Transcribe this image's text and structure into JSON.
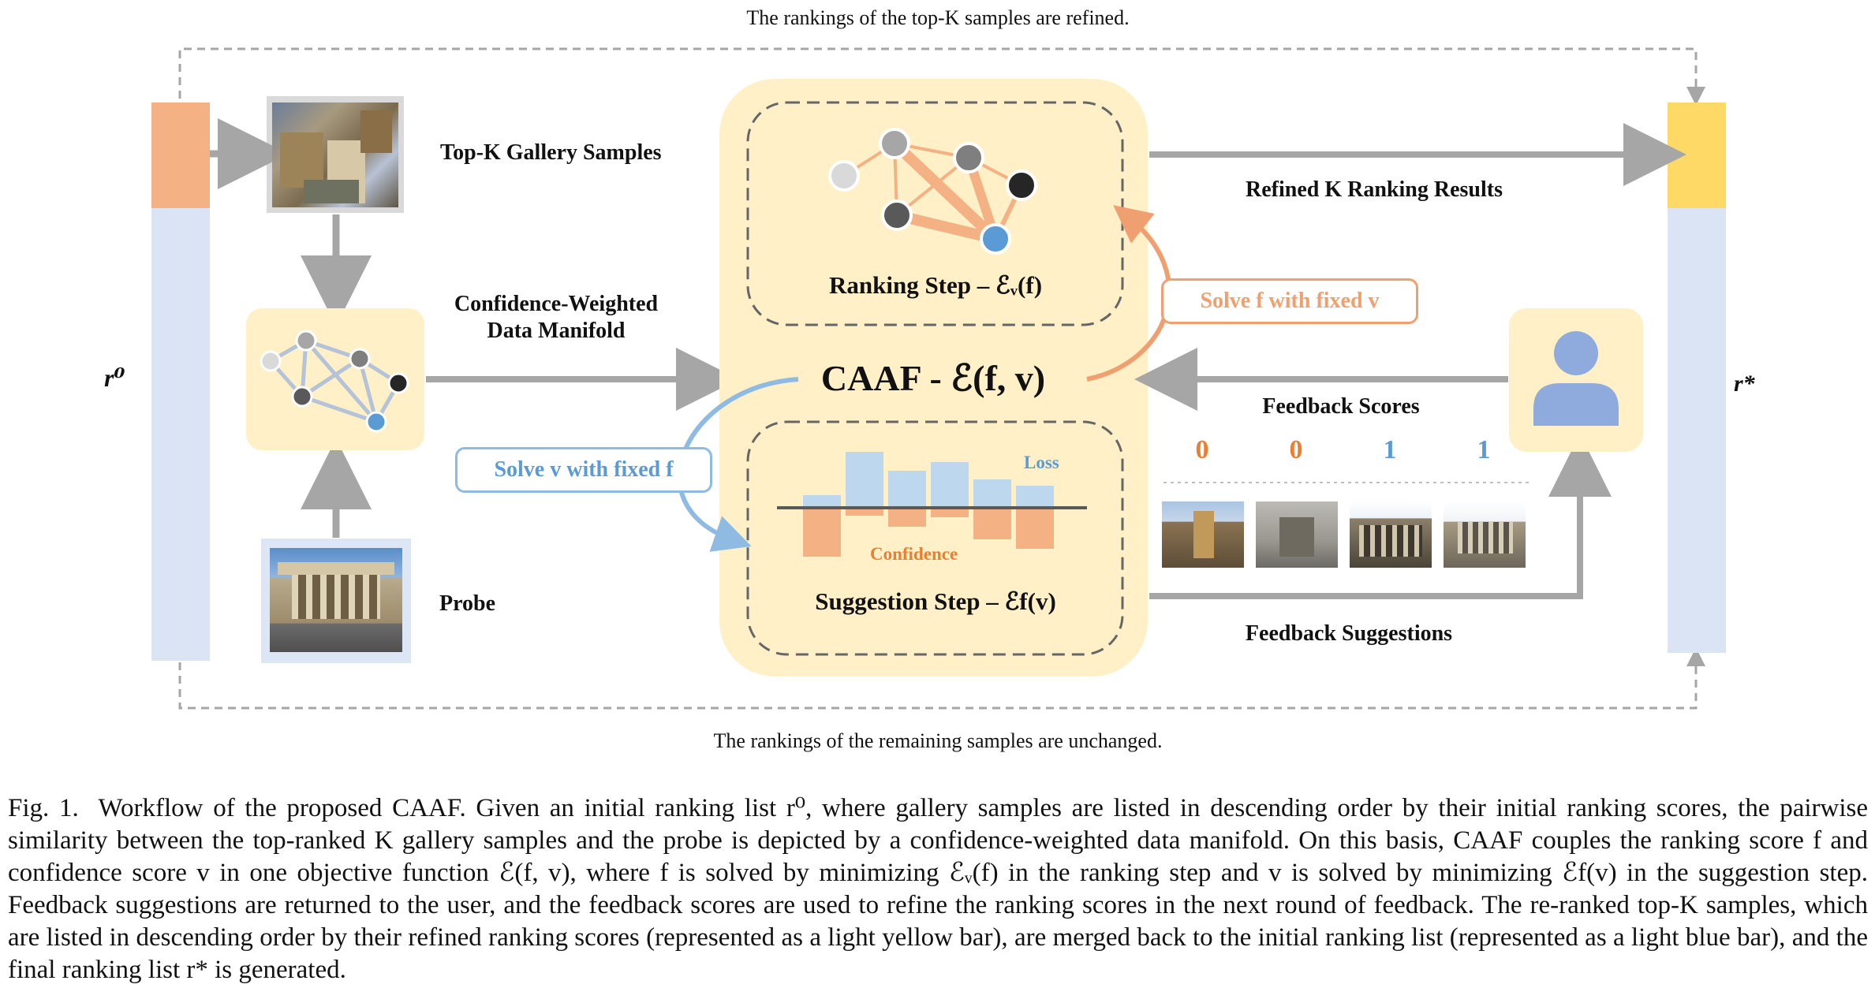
{
  "diagram": {
    "top_note": "The rankings of the top-K samples are refined.",
    "bottom_note": "The rankings of the remaining samples are unchanged.",
    "r0_label": "r⁰",
    "rstar_label": "r*",
    "gallery_label": "Top-K Gallery Samples",
    "manifold_label_1": "Confidence-Weighted",
    "manifold_label_2": "Data Manifold",
    "probe_label": "Probe",
    "ranking_step": "Ranking Step – ℰᵥ(f)",
    "caaf_objective": "CAAF - ℰ(f, v)",
    "suggestion_step": "Suggestion Step – ℰf(v)",
    "loss_label": "Loss",
    "confidence_label": "Confidence",
    "refined_results": "Refined K Ranking Results",
    "solve_f": "Solve f with fixed v",
    "solve_v": "Solve v with fixed f",
    "feedback_scores_label": "Feedback Scores",
    "feedback_scores": [
      "0",
      "0",
      "1",
      "1"
    ],
    "feedback_suggestions": "Feedback Suggestions",
    "colors": {
      "orange": "#f0a070",
      "blue": "#7fb0e0",
      "light_yellow": "#fff0c8",
      "rank_bar_blue": "#dbe4f5",
      "rank_bar_orange": "#f4b183",
      "rank_bar_yellow": "#ffd966",
      "arrow_gray": "#a6a6a6"
    }
  },
  "caption": "Fig. 1.  Workflow of the proposed CAAF. Given an initial ranking list r⁰, where gallery samples are listed in descending order by their initial ranking scores, the pairwise similarity between the top-ranked K gallery samples and the probe is depicted by a confidence-weighted data manifold. On this basis, CAAF couples the ranking score f and confidence score v in one objective function ℰ(f, v), where f is solved by minimizing ℰᵥ(f) in the ranking step and v is solved by minimizing ℰf(v) in the suggestion step. Feedback suggestions are returned to the user, and the feedback scores are used to refine the ranking scores in the next round of feedback. The re-ranked top-K samples, which are listed in descending order by their refined ranking scores (represented as a light yellow bar), are merged back to the initial ranking list (represented as a light blue bar), and the final ranking list r* is generated."
}
